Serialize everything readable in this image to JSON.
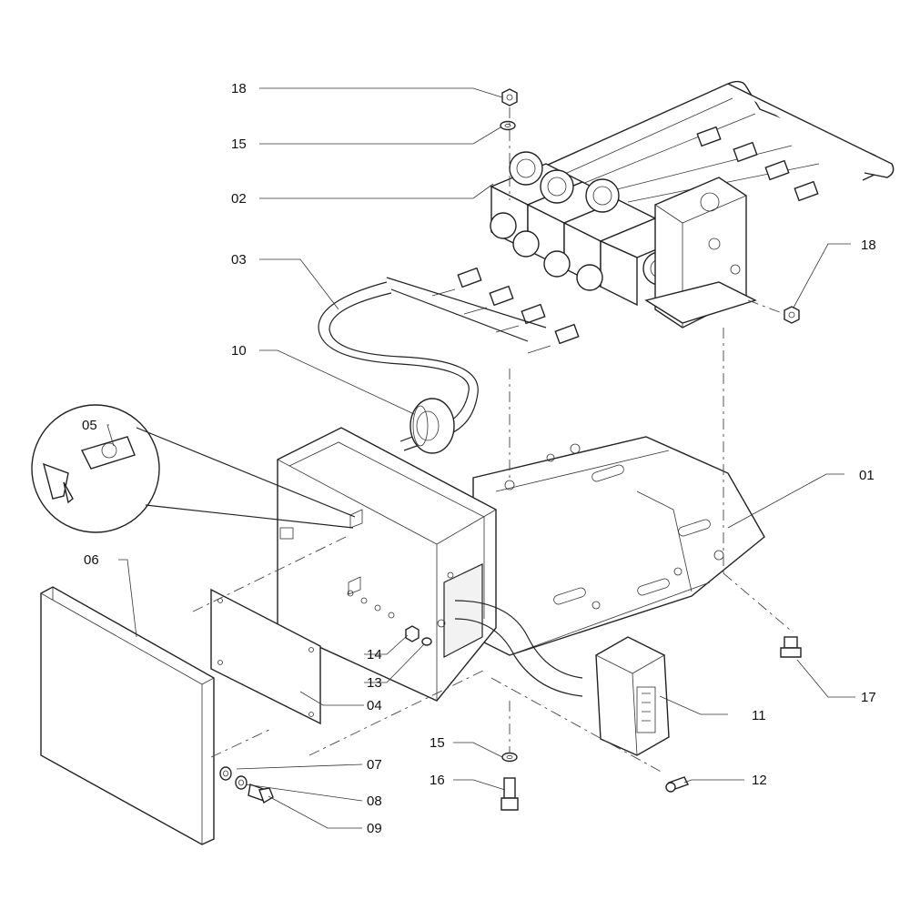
{
  "diagram": {
    "callouts": [
      {
        "id": "c18a",
        "label": "18"
      },
      {
        "id": "c15a",
        "label": "15"
      },
      {
        "id": "c02",
        "label": "02"
      },
      {
        "id": "c03",
        "label": "03"
      },
      {
        "id": "c10",
        "label": "10"
      },
      {
        "id": "c05",
        "label": "05"
      },
      {
        "id": "c06",
        "label": "06"
      },
      {
        "id": "c18b",
        "label": "18"
      },
      {
        "id": "c01",
        "label": "01"
      },
      {
        "id": "c14",
        "label": "14"
      },
      {
        "id": "c13",
        "label": "13"
      },
      {
        "id": "c04",
        "label": "04"
      },
      {
        "id": "c11",
        "label": "11"
      },
      {
        "id": "c17",
        "label": "17"
      },
      {
        "id": "c07",
        "label": "07"
      },
      {
        "id": "c15b",
        "label": "15"
      },
      {
        "id": "c08",
        "label": "08"
      },
      {
        "id": "c16",
        "label": "16"
      },
      {
        "id": "c12",
        "label": "12"
      },
      {
        "id": "c09",
        "label": "09"
      }
    ]
  }
}
